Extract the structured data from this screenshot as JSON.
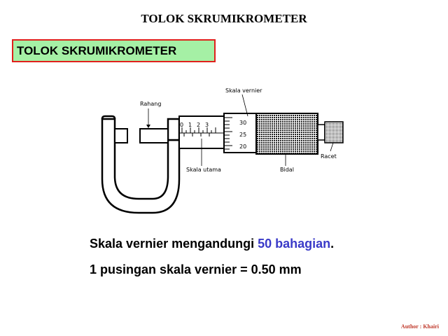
{
  "slide": {
    "title": "TOLOK SKRUMIKROMETER"
  },
  "label_box": {
    "text": "TOLOK SKRUMIKROMETER"
  },
  "figure": {
    "labels": {
      "skala_vernier": "Skala vernier",
      "rahang": "Rahang",
      "skala_utama": "Skala utama",
      "bidal": "Bidal",
      "racet": "Racet"
    },
    "main_scale_numbers": [
      "0",
      "1",
      "2",
      "3"
    ],
    "vernier_numbers": [
      "30",
      "25",
      "20"
    ]
  },
  "body": {
    "line1_prefix": "Skala vernier mengandungi ",
    "line1_highlight": "50 bahagian",
    "line1_suffix": ".",
    "line2": "1 pusingan skala vernier = 0.50 mm"
  },
  "footer": {
    "author": "Author : Khairi"
  },
  "colors": {
    "label_box_bg": "#a5f0a5",
    "label_box_border": "#e0201c",
    "highlight": "#3a3ac8",
    "author": "#c0392b"
  }
}
